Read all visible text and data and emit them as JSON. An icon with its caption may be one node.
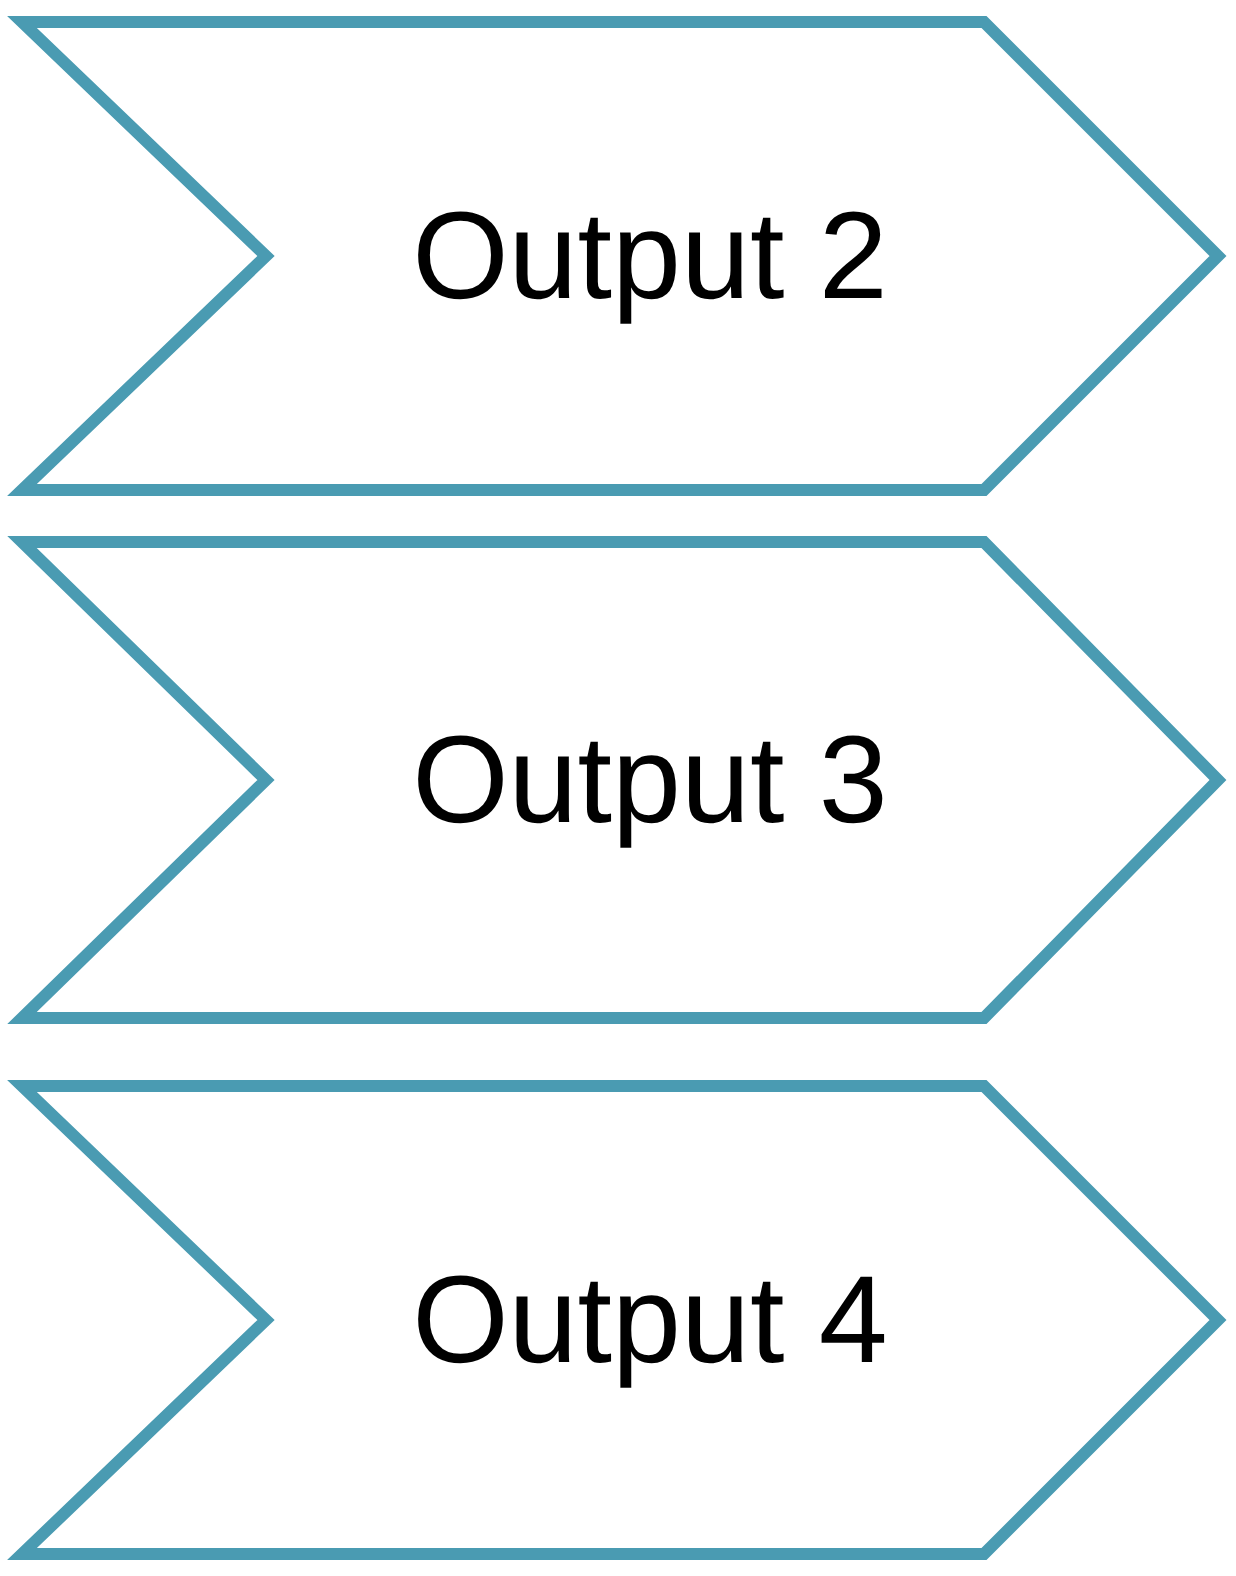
{
  "diagram": {
    "nodes": [
      {
        "text": [
          "Output 2"
        ]
      },
      {
        "text": [
          "Output 3"
        ]
      },
      {
        "text": [
          "Output 4"
        ]
      }
    ]
  }
}
